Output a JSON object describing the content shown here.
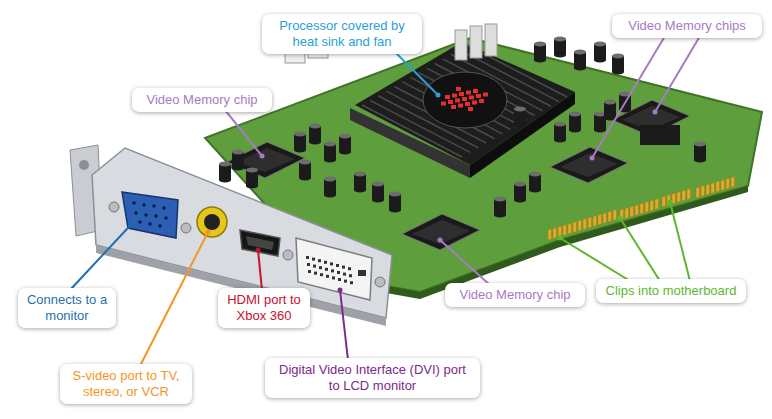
{
  "diagram": {
    "labels": [
      "Processor covered by heat sink and fan",
      "Video Memory chips",
      "Video Memory chip",
      "Connects to a monitor",
      "S-video port to TV, stereo, or VCR",
      "HDMI port to Xbox 360",
      "Digital Video Interface (DVI) port to LCD monitor",
      "Video Memory chip",
      "Clips into motherboard"
    ]
  }
}
